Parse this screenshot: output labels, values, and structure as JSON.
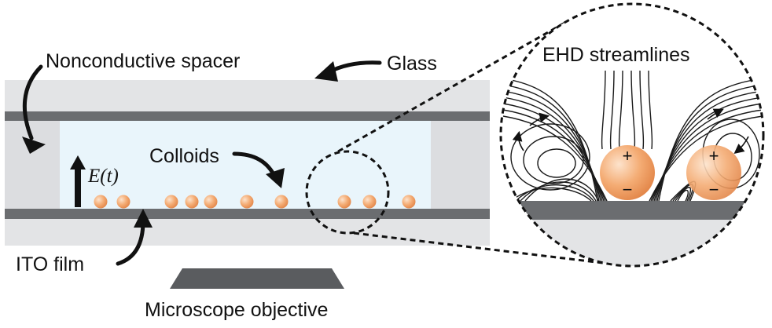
{
  "labels": {
    "spacer": "Nonconductive spacer",
    "glass": "Glass",
    "colloids": "Colloids",
    "field": "E(t)",
    "ito": "ITO film",
    "objective": "Microscope objective",
    "ehd": "EHD streamlines"
  },
  "charges": {
    "plus": "+",
    "minus": "−"
  },
  "colors": {
    "glass": "#e3e4e6",
    "ito": "#6b6d70",
    "fluid": "#e9f5fb",
    "particle": "#f2a46a",
    "objective": "#5a5c5f"
  }
}
